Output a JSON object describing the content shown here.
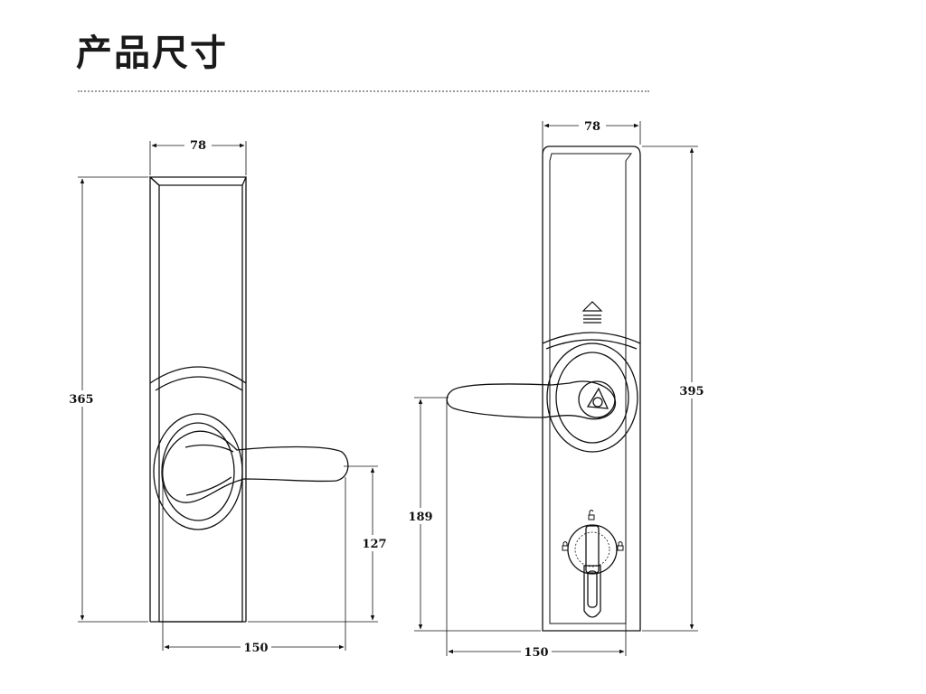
{
  "header": {
    "title": "产品尺寸"
  },
  "colors": {
    "line": "#111111",
    "rule": "#9a9a9a"
  },
  "side_view": {
    "width_label": "78",
    "height_label": "365",
    "handle_height_label": "127",
    "handle_length_label": "150"
  },
  "front_view": {
    "width_label": "78",
    "height_label": "395",
    "handle_height_label": "189",
    "handle_length_label": "150"
  }
}
